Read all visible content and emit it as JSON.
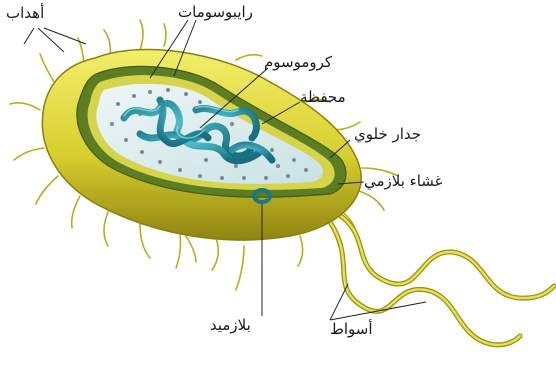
{
  "labels": {
    "pili": "أهداب",
    "ribosomes": "رايبوسومات",
    "chromosome": "كروموسوم",
    "capsule": "محفظة",
    "cell_wall": "جدار خلوي",
    "plasma_membrane": "غشاء بلازمي",
    "plasmid": "بلازميد",
    "flagella": "أسواط"
  }
}
